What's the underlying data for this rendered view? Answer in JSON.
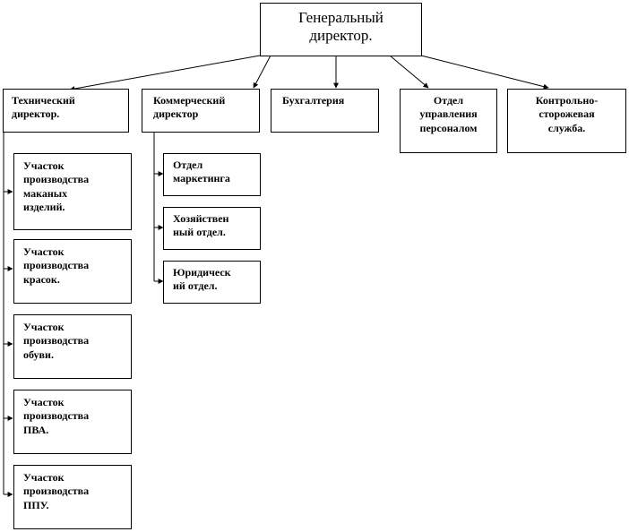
{
  "org_chart": {
    "top": {
      "label": "Генеральный\nдиректор."
    },
    "level1": [
      {
        "label": "Технический\nдиректор."
      },
      {
        "label": "Коммерческий\nдиректор"
      },
      {
        "label": "Бухгалтерия"
      },
      {
        "label": "Отдел\nуправления\nперсоналом"
      },
      {
        "label": "Контрольно-\nсторожевая\nслужба."
      }
    ],
    "technical_units": [
      {
        "label": "Участок\nпроизводства\nмаканых\nизделий."
      },
      {
        "label": "Участок\nпроизводства\nкрасок."
      },
      {
        "label": "Участок\nпроизводства\nобуви."
      },
      {
        "label": "Участок\nпроизводства\nПВА."
      },
      {
        "label": "Участок\nпроизводства\nППУ."
      }
    ],
    "commercial_units": [
      {
        "label": "Отдел\nмаркетинга"
      },
      {
        "label": "Хозяйствен\nный отдел."
      },
      {
        "label": "Юридическ\nий отдел."
      }
    ]
  }
}
